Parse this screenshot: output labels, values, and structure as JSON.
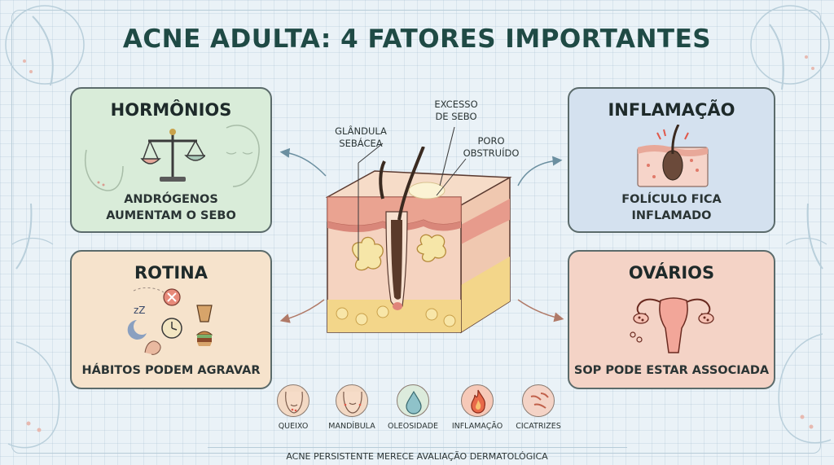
{
  "title": "ACNE ADULTA: 4 FATORES IMPORTANTES",
  "cards": {
    "hormonios": {
      "title": "HORMÔNIOS",
      "line1": "ANDRÓGENOS",
      "line2": "AUMENTAM O SEBO"
    },
    "inflamacao": {
      "title": "INFLAMAÇÃO",
      "line1": "FOLÍCULO FICA",
      "line2": "INFLAMADO"
    },
    "rotina": {
      "title": "ROTINA",
      "line1": "HÁBITOS PODEM AGRAVAR"
    },
    "ovarios": {
      "title": "OVÁRIOS",
      "line1": "SOP PODE ESTAR ASSOCIADA"
    }
  },
  "callouts": {
    "glandula": {
      "line1": "GLÂNDULA",
      "line2": "SEBÁCEA"
    },
    "excesso": {
      "line1": "EXCESSO",
      "line2": "DE SEBO"
    },
    "poro": {
      "line1": "PORO",
      "line2": "OBSTRUÍDO"
    }
  },
  "areas": [
    {
      "label": "QUEIXO",
      "color": "#f3d9c4",
      "icon": "chin-icon"
    },
    {
      "label": "MANDÍBULA",
      "color": "#f3d9c4",
      "icon": "jaw-icon"
    },
    {
      "label": "OLEOSIDADE",
      "color": "#dcebdc",
      "icon": "oil-drop-icon"
    },
    {
      "label": "INFLAMAÇÃO",
      "color": "#f6c9b8",
      "icon": "flame-icon"
    },
    {
      "label": "CICATRIZES",
      "color": "#f4d3c6",
      "icon": "scar-icon"
    }
  ],
  "footer": "ACNE PERSISTENTE MERECE AVALIAÇÃO DERMATOLÓGICA"
}
